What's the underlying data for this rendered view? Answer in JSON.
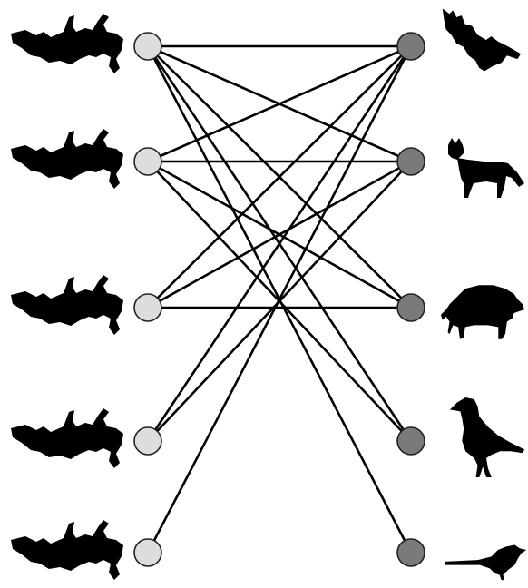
{
  "diagram": {
    "type": "bipartite-network",
    "colors": {
      "left_node_fill": "#dddddd",
      "right_node_fill": "#7a7a7a",
      "node_stroke": "#222222",
      "edge": "#000000",
      "silhouette": "#000000",
      "background": "#ffffff"
    },
    "left_nodes": [
      {
        "id": "L1",
        "icon": "carcass-silhouette"
      },
      {
        "id": "L2",
        "icon": "carcass-silhouette"
      },
      {
        "id": "L3",
        "icon": "carcass-silhouette"
      },
      {
        "id": "L4",
        "icon": "carcass-silhouette"
      },
      {
        "id": "L5",
        "icon": "carcass-silhouette"
      }
    ],
    "right_nodes": [
      {
        "id": "R1",
        "icon": "vulture-silhouette"
      },
      {
        "id": "R2",
        "icon": "fox-silhouette"
      },
      {
        "id": "R3",
        "icon": "wild-boar-silhouette"
      },
      {
        "id": "R4",
        "icon": "raven-silhouette"
      },
      {
        "id": "R5",
        "icon": "magpie-silhouette"
      }
    ],
    "edges": [
      [
        "L1",
        "R1"
      ],
      [
        "L1",
        "R2"
      ],
      [
        "L1",
        "R3"
      ],
      [
        "L1",
        "R4"
      ],
      [
        "L1",
        "R5"
      ],
      [
        "L2",
        "R1"
      ],
      [
        "L2",
        "R2"
      ],
      [
        "L2",
        "R3"
      ],
      [
        "L2",
        "R4"
      ],
      [
        "L3",
        "R1"
      ],
      [
        "L3",
        "R2"
      ],
      [
        "L3",
        "R3"
      ],
      [
        "L4",
        "R1"
      ],
      [
        "L4",
        "R2"
      ],
      [
        "L5",
        "R1"
      ]
    ]
  }
}
